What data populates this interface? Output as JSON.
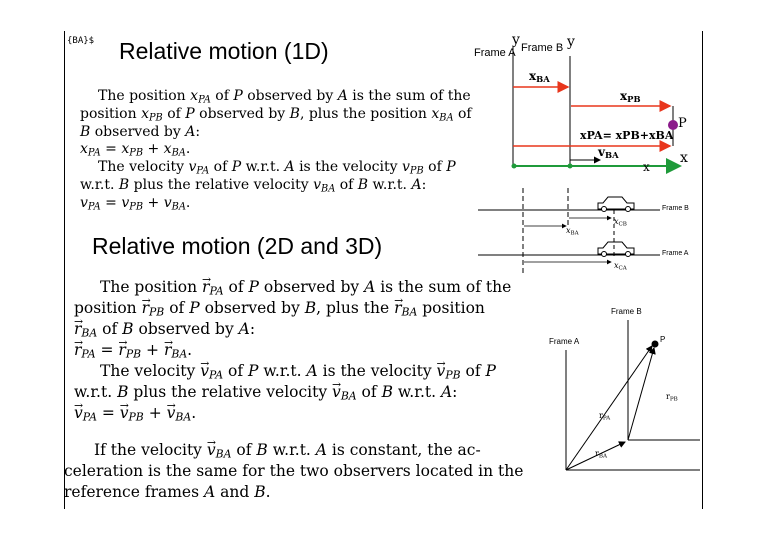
{
  "tag": "{BA}$",
  "headings": {
    "h1": "Relative motion (1D)",
    "h2": "Relative motion (2D and 3D)"
  },
  "text1d": [
    "The position x_PA of P observed by A is the sum of the",
    "position x_PB of P observed by B, plus the position x_BA of",
    "B observed by A:",
    "x_PA = x_PB + x_BA.",
    "The velocity v_PA of P w.r.t. A is the velocity v_PB of P",
    "w.r.t. B plus the relative velocity v_BA of B w.r.t. A:",
    "v_PA = v_PB + v_BA."
  ],
  "text2d": [
    "The position r_PA of P observed by A is the sum of the",
    "position r_PB of P observed by B, plus the r_BA position",
    "r_BA of B observed by A:",
    "r_PA = r_PB + r_BA.",
    "The velocity v_PA of P w.r.t. A is the velocity v_PB of P",
    "w.r.t. B plus the relative velocity v_BA of B w.r.t. A:",
    "v_PA = v_PB + v_BA."
  ],
  "text_const": [
    "If the velocity v_BA of B w.r.t. A is constant, the ac-",
    "celeration is the same for the two observers located in the",
    "reference frames A and B."
  ],
  "fig1": {
    "y_left": "y",
    "frame_a": "Frame A",
    "frame_b": "Frame B",
    "y_right": "y",
    "xba": "x",
    "xba_sub": "BA",
    "xpb": "x",
    "xpb_sub": "PB",
    "p_label": "P",
    "eq_main": "x",
    "eq_text": "PA= xPB+xBA",
    "vba": "v",
    "vba_sub": "BA",
    "x1": "x",
    "x2": "x",
    "colors": {
      "arrow": "#e8361c",
      "axis_green": "#1f9a3a",
      "point": "#8b1a8b"
    }
  },
  "fig2": {
    "frame_b": "Frame B",
    "frame_a": "Frame A",
    "xcb": "x",
    "xcb_sub": "CB",
    "xba": "x",
    "xba_sub": "BA",
    "xca": "x",
    "xca_sub": "CA"
  },
  "fig3": {
    "frame_b": "Frame B",
    "frame_a": "Frame A",
    "p": "P",
    "rpa": "r",
    "rpa_sub": "PA",
    "rpb": "r",
    "rpb_sub": "PB",
    "rba": "r",
    "rba_sub": "BA"
  }
}
